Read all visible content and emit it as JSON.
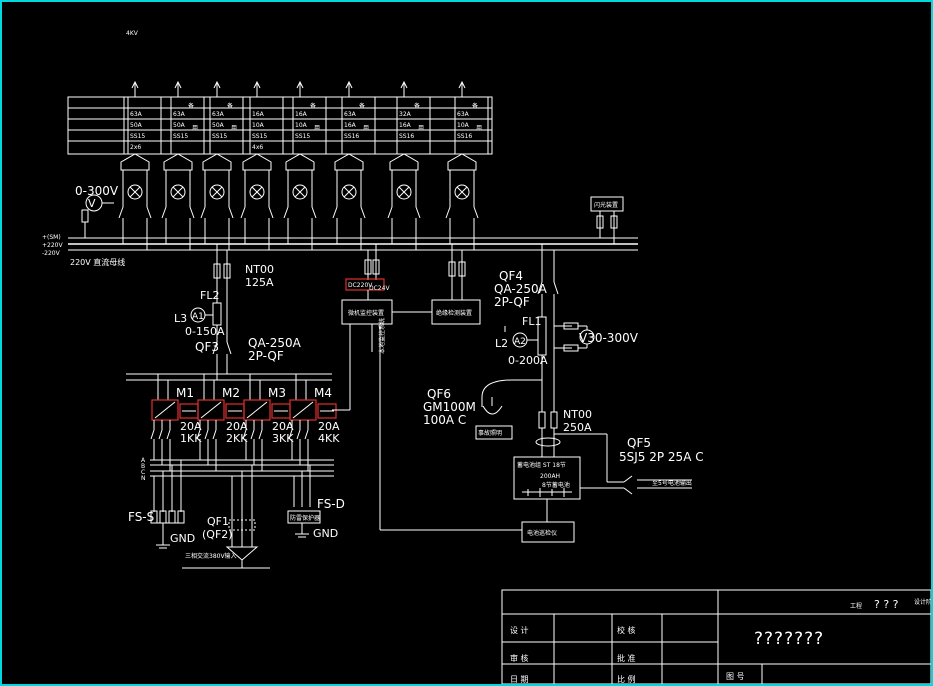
{
  "drawing": {
    "top_label": "4KV",
    "table_rows": [
      "",
      "",
      "",
      "",
      ""
    ],
    "feeder_cells": [
      [
        "63A",
        "50A",
        "SS15",
        "2x6"
      ],
      [
        "63A",
        "50A",
        "SS15",
        ""
      ],
      [
        "63A",
        "50A",
        "SS15",
        ""
      ],
      [
        "16A",
        "10A",
        "SS15",
        "4x6"
      ],
      [
        "16A",
        "10A",
        "SS15",
        ""
      ],
      [
        "63A",
        "16A",
        "SS16",
        ""
      ],
      [
        "32A",
        "16A",
        "SS16",
        ""
      ],
      [
        "63A",
        "10A",
        "SS16",
        ""
      ]
    ],
    "spare_label": [
      "备",
      "用"
    ],
    "voltmeter_top": "0-300V",
    "voltmeter_top_sym": "V",
    "bus_labels": [
      "+(SM)",
      "+220V",
      "-220V"
    ],
    "bus_name": "220V 直流母线",
    "nt00_left": [
      "NT00",
      "125A"
    ],
    "nt00_right": [
      "NT00",
      "250A"
    ],
    "dc_box_small": "DC220V",
    "dc_box_small_b": "DC24V",
    "monitor_box": "微机监控装置",
    "insulation_box": "绝缘检测装置",
    "comm_label": "本地监控系统",
    "fl2_group": [
      "FL2",
      "L3",
      "0-150A",
      "A1"
    ],
    "qf3": [
      "QF3",
      "QA-250A",
      "2P-QF"
    ],
    "qf4": [
      "QF4",
      "QA-250A",
      "2P-QF"
    ],
    "fl1_group": [
      "FL1",
      "L2",
      "0-200A",
      "A2"
    ],
    "voltmeter_right": "V30-300V",
    "modules": [
      "M1",
      "M2",
      "M3",
      "M4"
    ],
    "module_ratings": [
      "20A",
      "20A",
      "20A",
      "20A"
    ],
    "kk_labels": [
      "1KK",
      "2KK",
      "3KK",
      "4KK"
    ],
    "phase_labels": [
      "A",
      "B",
      "C",
      "N"
    ],
    "fs_left": "FS-S",
    "fs_right": "FS-D",
    "gnd": "GND",
    "qf1": [
      "QF1",
      "(QF2)"
    ],
    "ac_input_label": "三相交流380V输入",
    "lightning_box": "防雷保护器",
    "qf6": [
      "QF6",
      "GM100M",
      "100A C"
    ],
    "light_box": "事故照明",
    "battery_box": [
      "蓄电池组 ST 18节",
      "200AH",
      "8节蓄电池"
    ],
    "battery_detect": "电池巡检仪",
    "qf5": [
      "QF5",
      "5SJ5 2P 25A C"
    ],
    "out_label": "至5号电池输出",
    "flash_box": "闪光装置",
    "title_block": {
      "row1": [
        "设  计",
        "",
        "校  核",
        ""
      ],
      "row2": [
        "审  核",
        "",
        "批  准",
        ""
      ],
      "row3": [
        "日  期",
        "",
        "比  例",
        ""
      ],
      "project": "工程",
      "project_q": "? ? ?",
      "stage": "设计阶段",
      "name": "???????",
      "drawing_no": "图  号"
    }
  }
}
